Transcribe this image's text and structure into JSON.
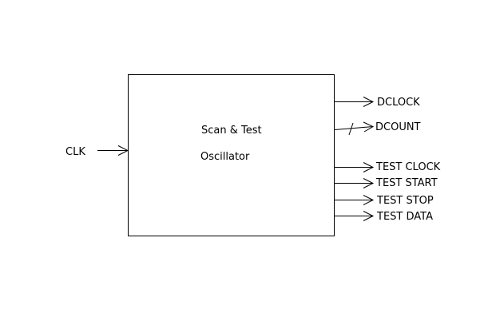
{
  "block": {
    "title_line1": "Scan & Test",
    "title_line2": "Oscillator"
  },
  "inputs": [
    {
      "label": "CLK"
    }
  ],
  "outputs": [
    {
      "label": "DCLOCK",
      "bus": false
    },
    {
      "label": "DCOUNT",
      "bus": true
    },
    {
      "label": "TEST CLOCK",
      "bus": false
    },
    {
      "label": "TEST START",
      "bus": false
    },
    {
      "label": "TEST STOP",
      "bus": false
    },
    {
      "label": "TEST DATA",
      "bus": false
    }
  ],
  "colors": {
    "stroke": "#000000",
    "background": "#ffffff"
  }
}
